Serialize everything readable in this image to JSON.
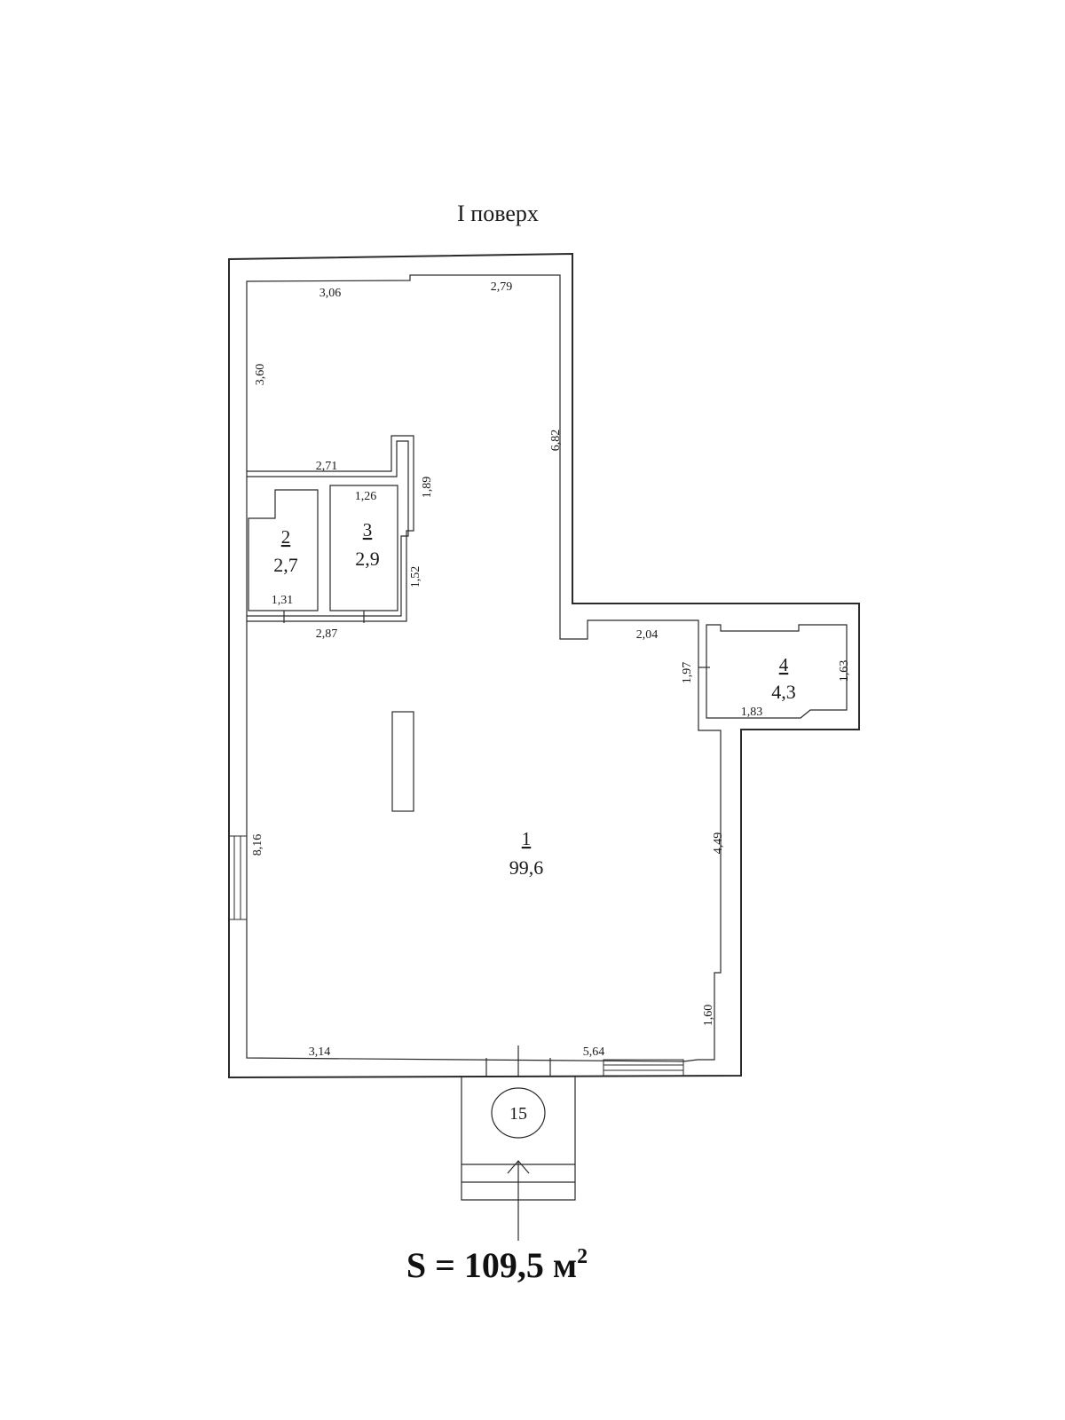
{
  "floor_title": "I поверх",
  "total_area": {
    "text": "S = 109,5 м",
    "superscript": "2"
  },
  "rooms": [
    {
      "number": "1",
      "area": "99,6"
    },
    {
      "number": "2",
      "area": "2,7"
    },
    {
      "number": "3",
      "area": "2,9"
    },
    {
      "number": "4",
      "area": "4,3"
    }
  ],
  "entrance_marker": "15",
  "dimensions": {
    "top_left": "3,06",
    "top_right": "2,79",
    "left_upper": "3,60",
    "right_upper": "6,82",
    "partition_top": "2,71",
    "partition_side": "1,89",
    "room3_top": "1,26",
    "room3_side": "1,52",
    "room2_bottom": "1,31",
    "rooms_bottom": "2,87",
    "niche_top": "2,04",
    "room4_left": "1,97",
    "room4_right": "1,63",
    "room4_bottom": "1,83",
    "left_main": "8,16",
    "right_main": "4,49",
    "right_lower": "1,60",
    "bottom_left": "3,14",
    "bottom_right": "5,64"
  }
}
